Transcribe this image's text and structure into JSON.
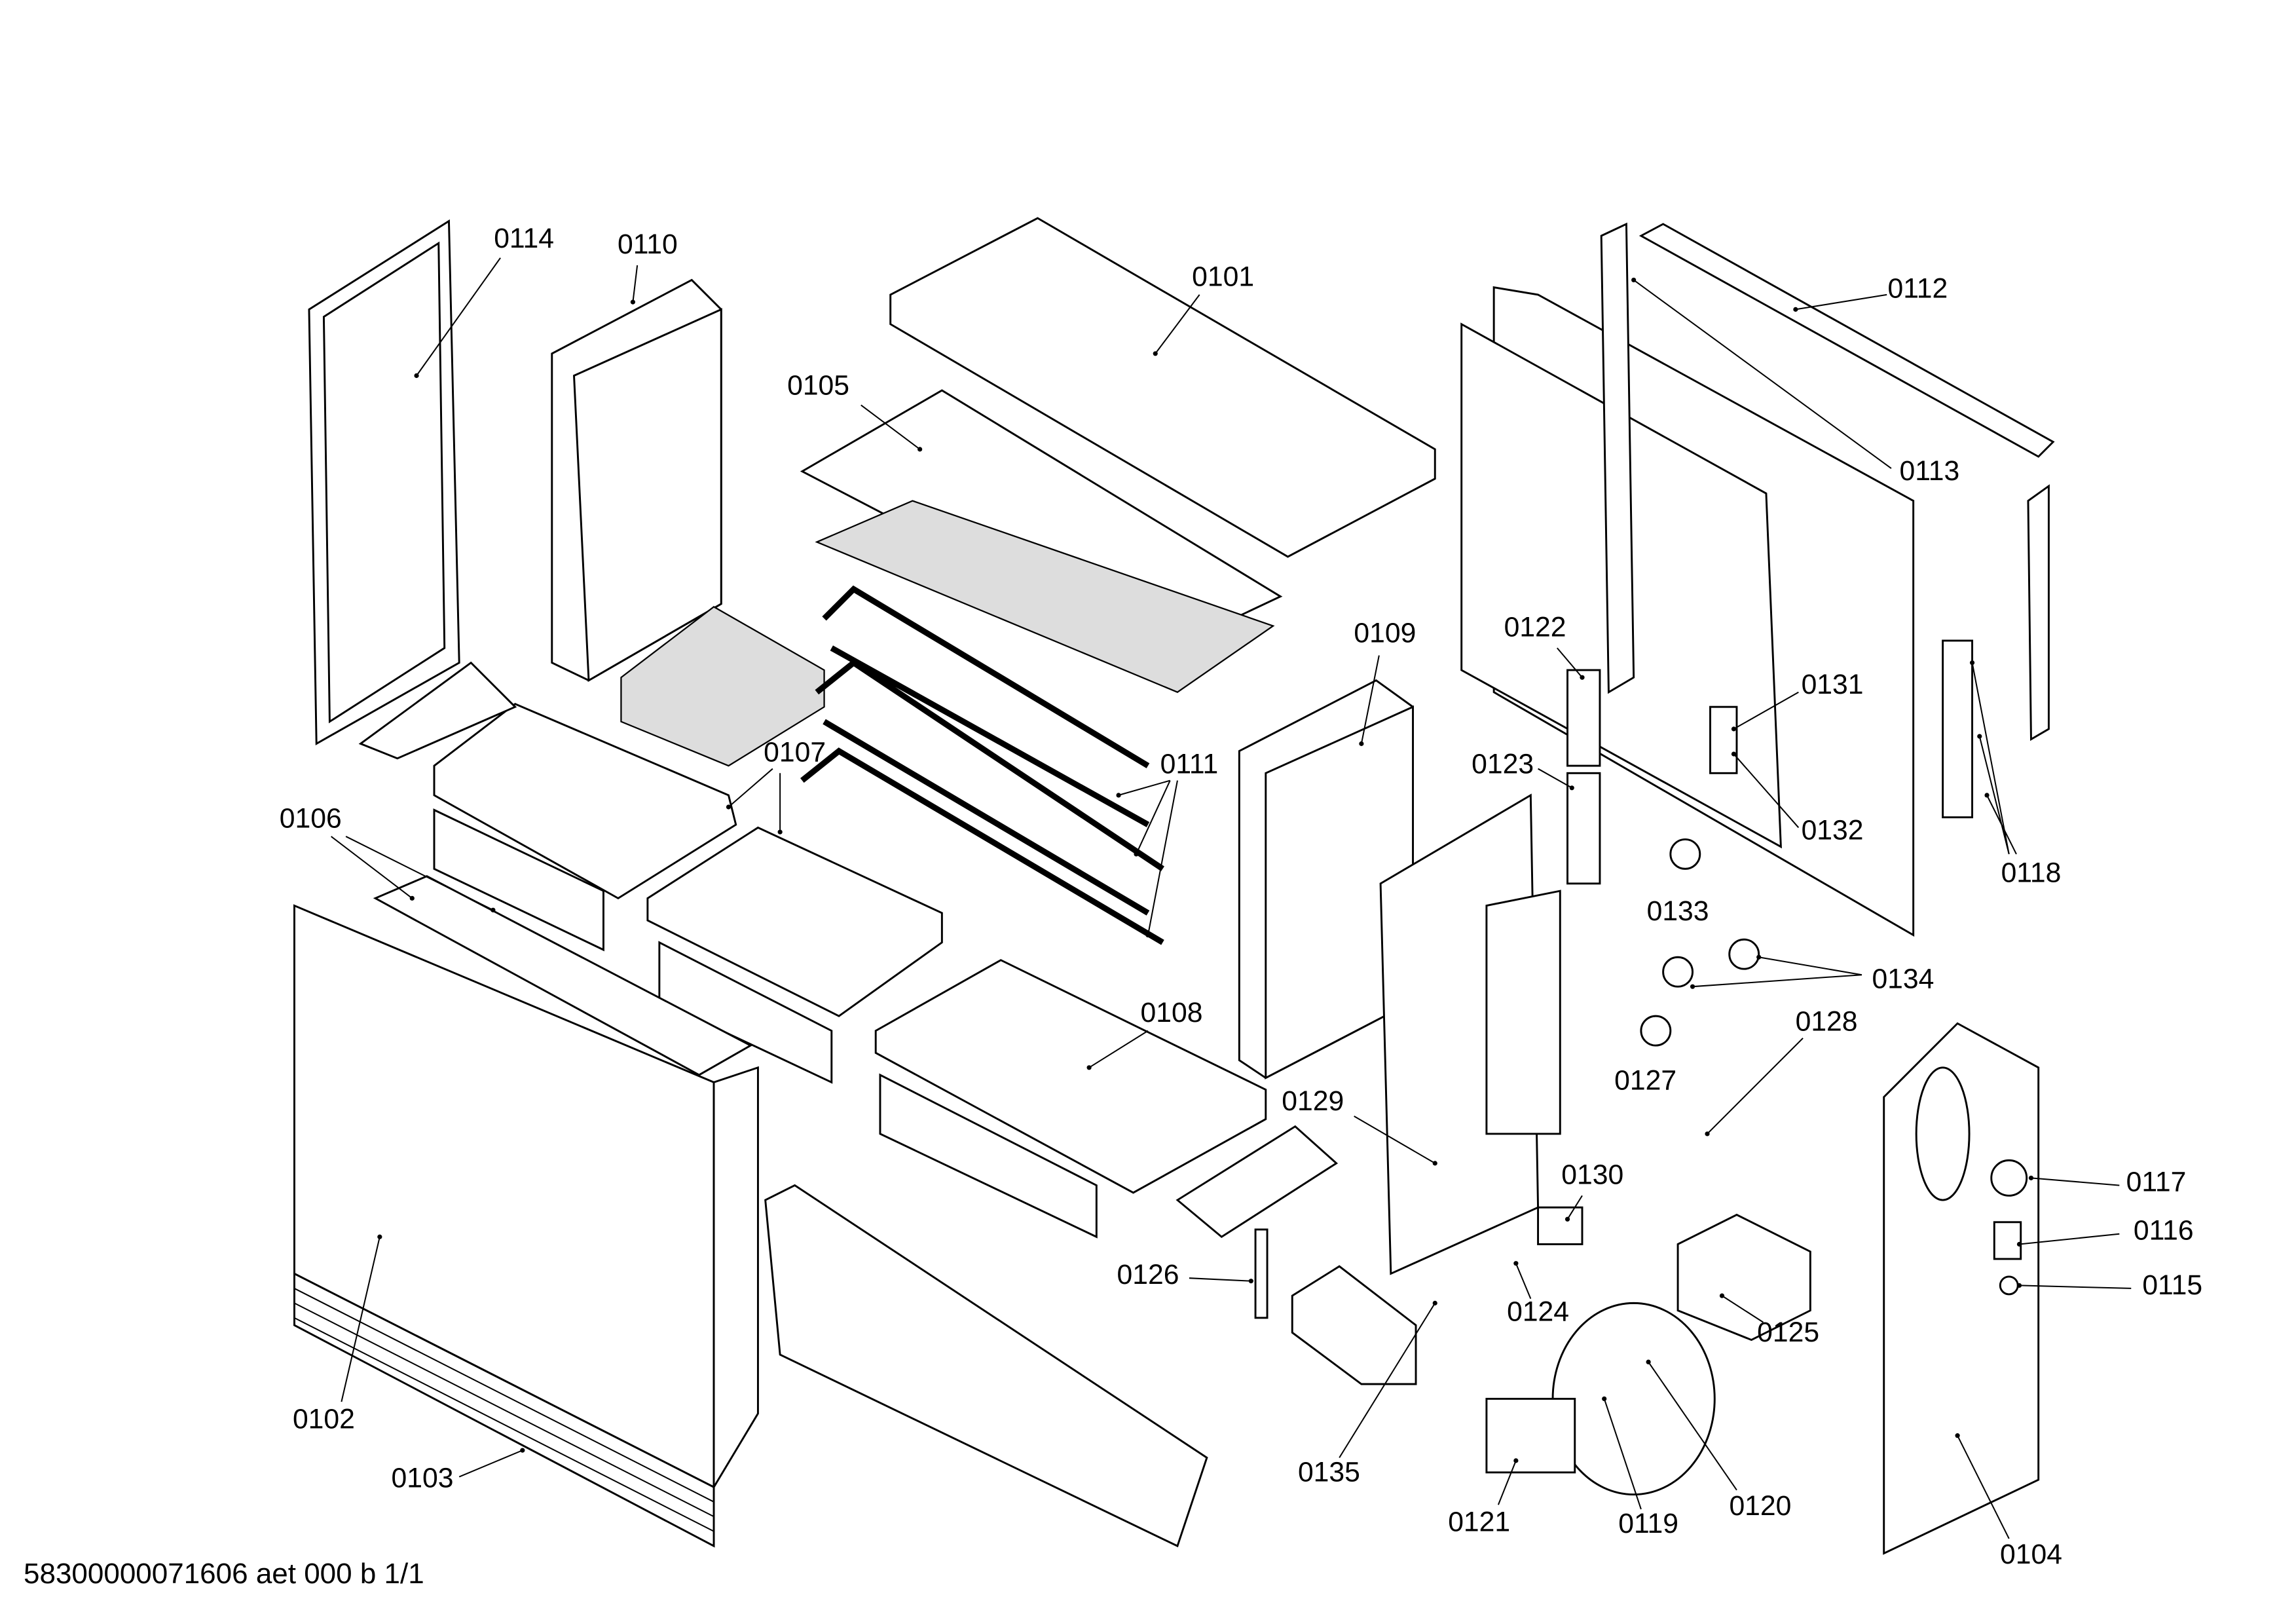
{
  "diagram": {
    "type": "exploded-parts-diagram",
    "part_labels": [
      "0114",
      "0110",
      "0101",
      "0105",
      "0112",
      "0113",
      "0122",
      "0109",
      "0131",
      "0123",
      "0111",
      "0107",
      "0106",
      "0132",
      "0118",
      "0133",
      "0134",
      "0128",
      "0108",
      "0127",
      "0129",
      "0117",
      "0130",
      "0116",
      "0126",
      "0115",
      "0124",
      "0125",
      "0102",
      "0135",
      "0103",
      "0120",
      "0119",
      "0121",
      "0104"
    ]
  },
  "footer": {
    "document_id": "58300000071606 aet 000 b 1/1"
  }
}
